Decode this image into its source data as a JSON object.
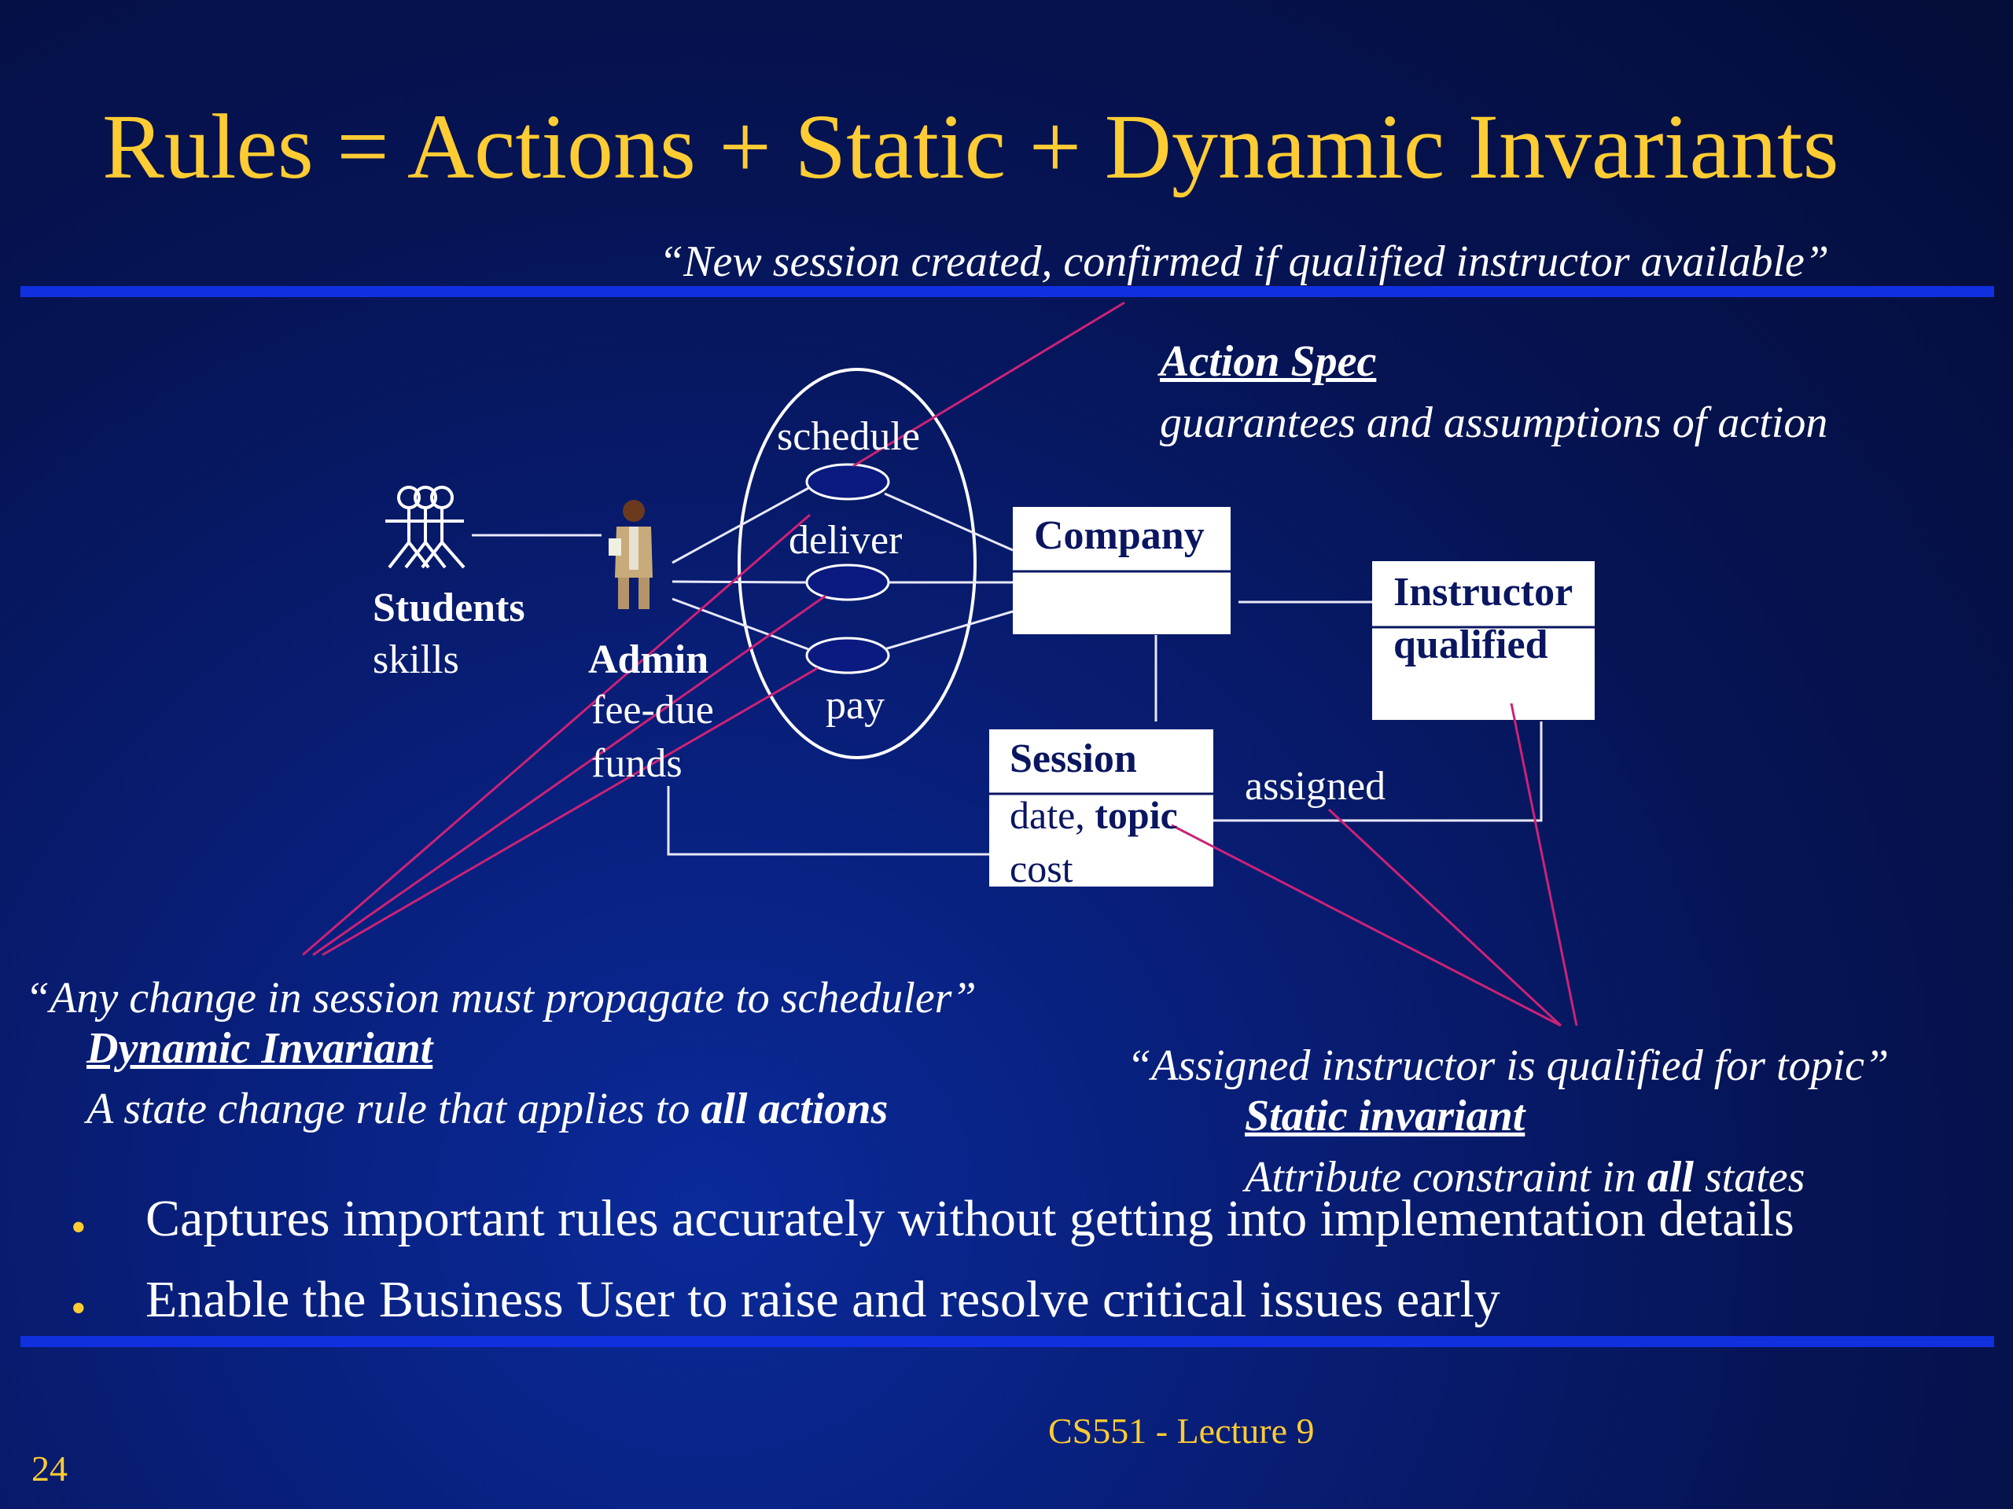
{
  "title": "Rules = Actions + Static + Dynamic Invariants",
  "quotes": {
    "action": "“New session created, confirmed if qualified instructor available”",
    "dynamic": "“Any change in session must propagate to scheduler”",
    "static": "“Assigned instructor is qualified for topic”"
  },
  "action_spec": {
    "heading": "Action Spec",
    "desc": "guarantees and assumptions of action"
  },
  "dynamic_invariant": {
    "heading": "Dynamic Invariant",
    "desc_prefix": "A state change rule that applies to ",
    "desc_emph": "all actions"
  },
  "static_invariant": {
    "heading": "Static invariant",
    "desc_prefix": "Attribute constraint in ",
    "desc_emph": "all",
    "desc_suffix": " states"
  },
  "actors": {
    "students": {
      "name": "Students",
      "attr": "skills"
    },
    "admin": {
      "name": "Admin",
      "attrs": [
        "fee-due",
        "funds"
      ]
    }
  },
  "use_cases": [
    "schedule",
    "deliver",
    "pay"
  ],
  "classes": {
    "company": {
      "name": "Company"
    },
    "instructor": {
      "name": "Instructor",
      "attr": "qualified"
    },
    "session": {
      "name": "Session",
      "attr_plain": "date, ",
      "attr_bold": "topic",
      "attr2": "cost"
    }
  },
  "association_label": "assigned",
  "bullets": [
    "Captures important rules accurately without getting into implementation details",
    "Enable the Business User to raise and resolve critical issues early"
  ],
  "footer": {
    "course": "CS551 - Lecture 9",
    "page": "24"
  },
  "colors": {
    "title": "#ffcc33",
    "rule": "#1030e0",
    "pointer": "#cc2277",
    "box_text": "#0a1660"
  }
}
